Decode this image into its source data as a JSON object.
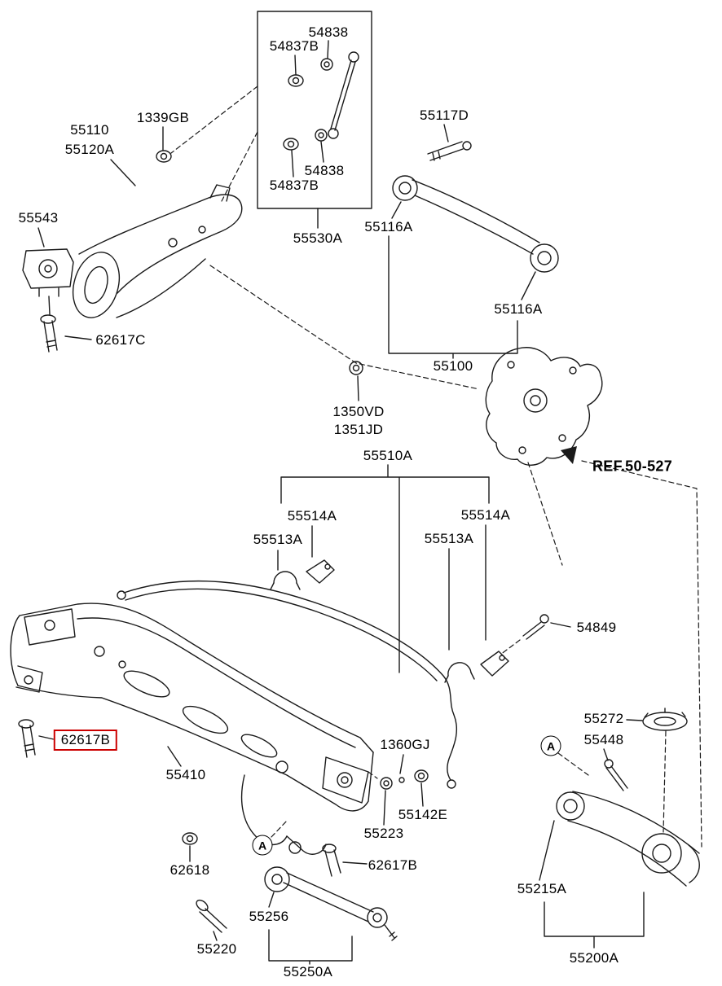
{
  "diagram": {
    "colors": {
      "line": "#1a1a1a",
      "highlight": "#cc0000",
      "background": "#ffffff"
    },
    "labels": [
      {
        "id": "54838-box-top",
        "text": "54838"
      },
      {
        "id": "54837B-box-top",
        "text": "54837B"
      },
      {
        "id": "1339GB",
        "text": "1339GB"
      },
      {
        "id": "55117D",
        "text": "55117D"
      },
      {
        "id": "55110",
        "text": "55110"
      },
      {
        "id": "55120A",
        "text": "55120A"
      },
      {
        "id": "54838-box-bottom",
        "text": "54838"
      },
      {
        "id": "54837B-box-bottom",
        "text": "54837B"
      },
      {
        "id": "55543",
        "text": "55543"
      },
      {
        "id": "55116A-upper",
        "text": "55116A"
      },
      {
        "id": "55530A",
        "text": "55530A"
      },
      {
        "id": "55116A-lower",
        "text": "55116A"
      },
      {
        "id": "62617C",
        "text": "62617C"
      },
      {
        "id": "55100",
        "text": "55100"
      },
      {
        "id": "1350VD",
        "text": "1350VD"
      },
      {
        "id": "1351JD",
        "text": "1351JD"
      },
      {
        "id": "55510A",
        "text": "55510A"
      },
      {
        "id": "REF-50-527",
        "text": "REF.50-527"
      },
      {
        "id": "55514A-left",
        "text": "55514A"
      },
      {
        "id": "55514A-right",
        "text": "55514A"
      },
      {
        "id": "55513A-left",
        "text": "55513A"
      },
      {
        "id": "55513A-right",
        "text": "55513A"
      },
      {
        "id": "54849",
        "text": "54849"
      },
      {
        "id": "55272",
        "text": "55272"
      },
      {
        "id": "62617B-selected",
        "text": "62617B",
        "highlighted": true
      },
      {
        "id": "55448",
        "text": "55448"
      },
      {
        "id": "1360GJ",
        "text": "1360GJ"
      },
      {
        "id": "55410",
        "text": "55410"
      },
      {
        "id": "55142E",
        "text": "55142E"
      },
      {
        "id": "55223",
        "text": "55223"
      },
      {
        "id": "62617B-center",
        "text": "62617B"
      },
      {
        "id": "62618",
        "text": "62618"
      },
      {
        "id": "55215A",
        "text": "55215A"
      },
      {
        "id": "55256",
        "text": "55256"
      },
      {
        "id": "55220",
        "text": "55220"
      },
      {
        "id": "55200A",
        "text": "55200A"
      },
      {
        "id": "55250A",
        "text": "55250A"
      }
    ],
    "callouts": [
      {
        "id": "callout-a-right",
        "text": "A"
      },
      {
        "id": "callout-a-left",
        "text": "A"
      }
    ],
    "icons": [
      {
        "name": "ref-pointer-arrow",
        "shape": "filled-triangle"
      }
    ]
  }
}
